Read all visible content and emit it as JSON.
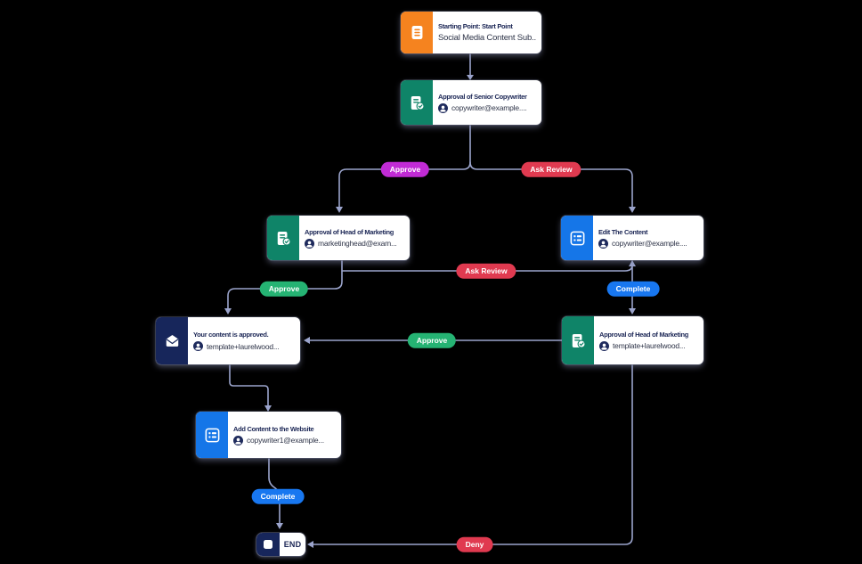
{
  "nodes": [
    {
      "title": "Starting Point: Start Point",
      "subtitle": "Social Media Content Sub...",
      "icon": "document-icon",
      "accent": "#F5831F"
    },
    {
      "title": "Approval of Senior Copywriter",
      "subtitle": "copywriter@example....",
      "icon": "approval-icon",
      "accent": "#0F8468"
    },
    {
      "title": "Approval of Head of Marketing",
      "subtitle": "marketinghead@exam...",
      "icon": "approval-icon",
      "accent": "#0F8468"
    },
    {
      "title": "Edit The Content",
      "subtitle": "copywriter@example....",
      "icon": "task-list-icon",
      "accent": "#1576E8"
    },
    {
      "title": "Your content is approved.",
      "subtitle": "template+laurelwood...",
      "icon": "mail-icon",
      "accent": "#17265B"
    },
    {
      "title": "Approval of Head of Marketing",
      "subtitle": "template+laurelwood...",
      "icon": "approval-icon",
      "accent": "#0F8468"
    },
    {
      "title": "Add Content to the Website",
      "subtitle": "copywriter1@example...",
      "icon": "task-list-icon",
      "accent": "#1576E8"
    }
  ],
  "end_node": {
    "label": "END",
    "accent": "#17265B"
  },
  "badges": [
    {
      "label": "Approve",
      "color": "#C12BD5"
    },
    {
      "label": "Ask Review",
      "color": "#E03A50"
    },
    {
      "label": "Ask Review",
      "color": "#E03A50"
    },
    {
      "label": "Approve",
      "color": "#25B373"
    },
    {
      "label": "Complete",
      "color": "#1877F0"
    },
    {
      "label": "Approve",
      "color": "#25B373"
    },
    {
      "label": "Complete",
      "color": "#1877F0"
    },
    {
      "label": "Deny",
      "color": "#E03A50"
    }
  ],
  "colors": {
    "edge": "#9BA4CC",
    "node_title": "#1B2655",
    "node_subtitle": "#2E3448",
    "card_background": "#FFFFFF",
    "canvas_background": "#000000"
  }
}
